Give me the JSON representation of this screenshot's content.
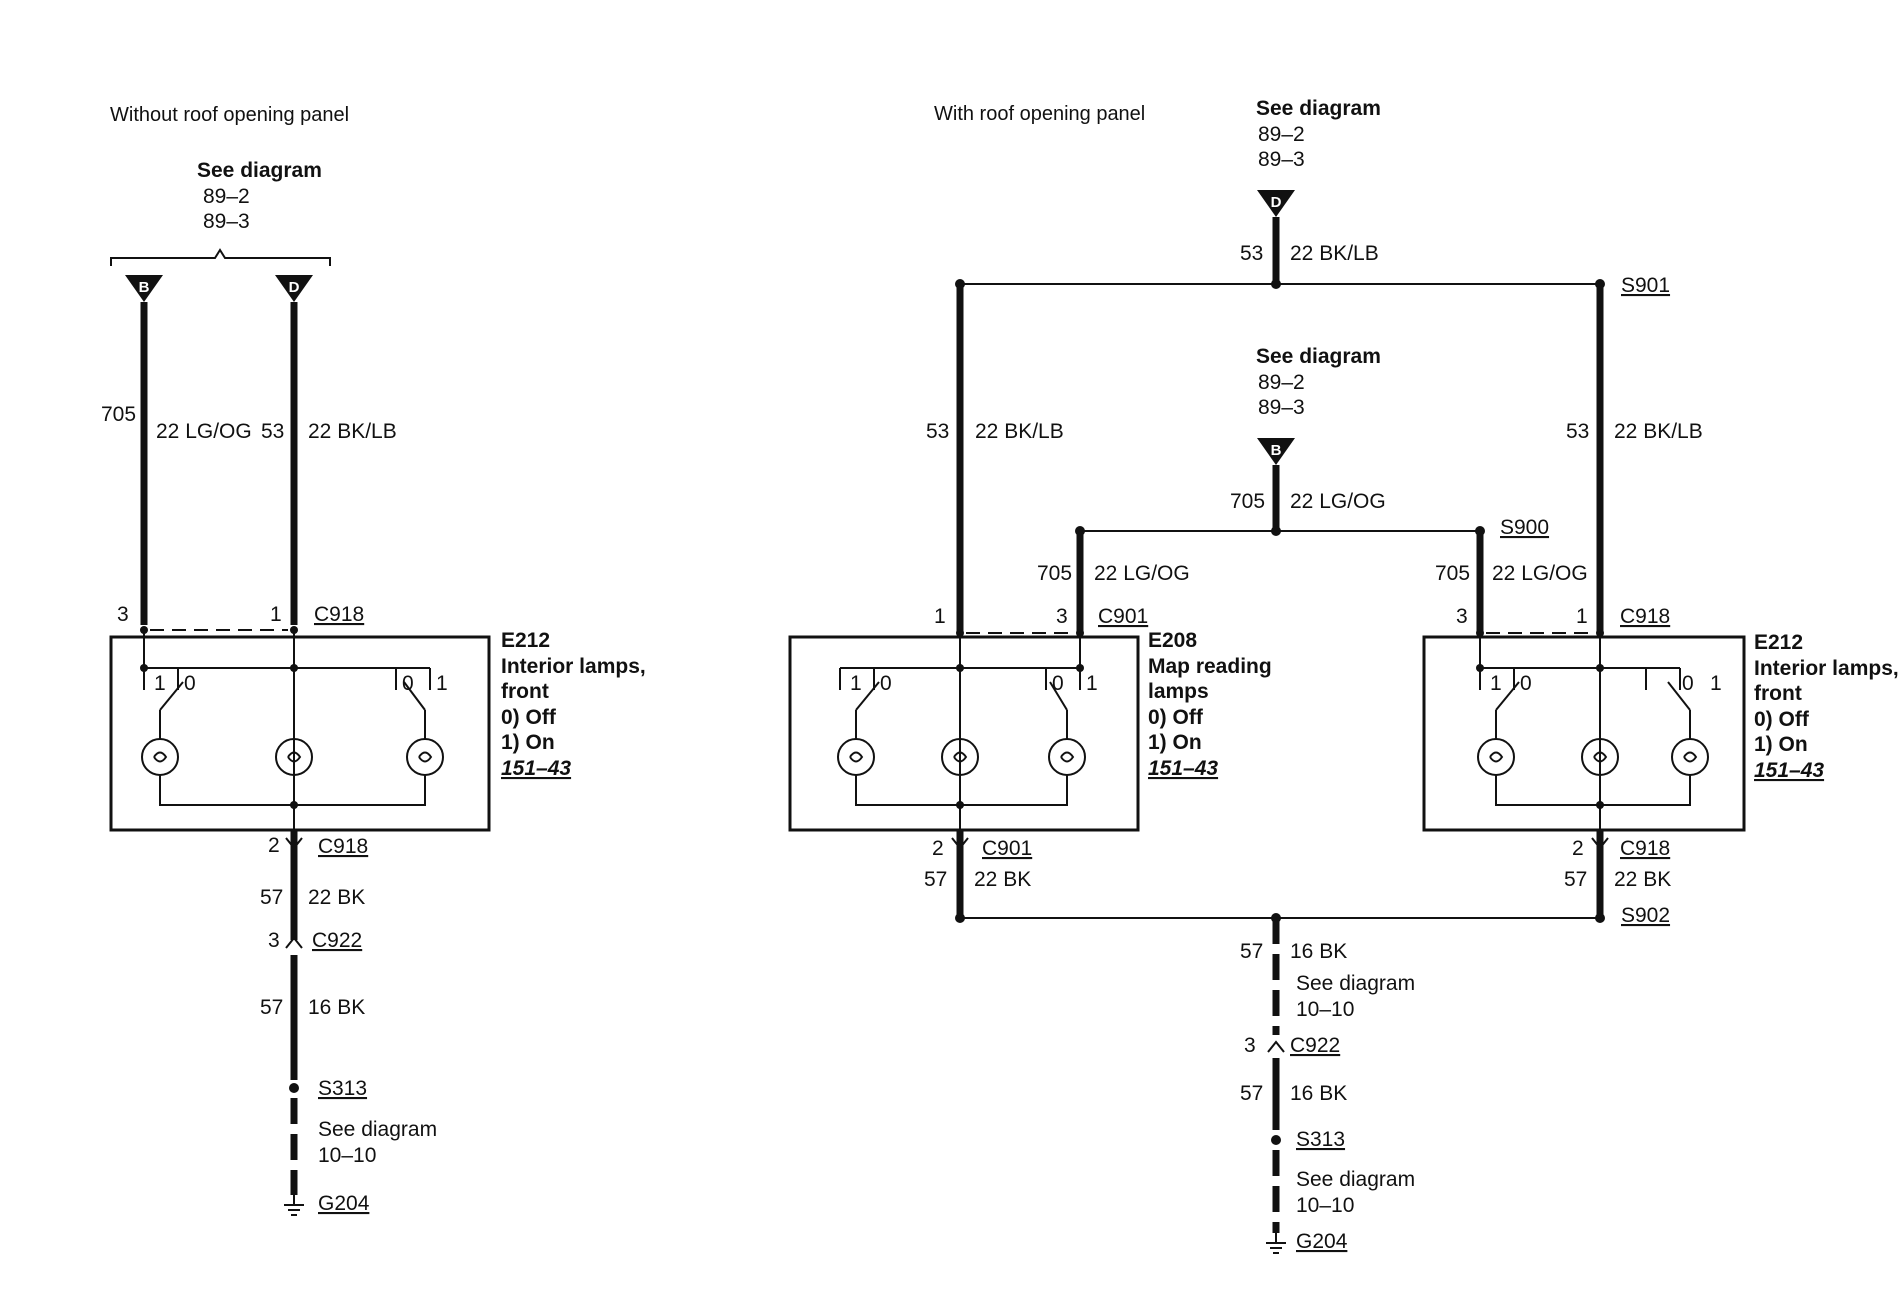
{
  "left_panel": {
    "title": "Without roof opening panel",
    "see_diagram": {
      "label": "See diagram",
      "ref1": "89–2",
      "ref2": "89–3"
    },
    "conn_b": "B",
    "conn_d": "D",
    "wire_705": {
      "circuit": "705",
      "spec": "22 LG/OG"
    },
    "wire_53": {
      "circuit": "53",
      "spec": "22 BK/LB"
    },
    "pin3": "3",
    "pin1": "1",
    "conn_top": "C918",
    "component": {
      "id": "E212",
      "line1": "Interior lamps,",
      "line2": "front",
      "state0": "0)   Off",
      "state1": "1)   On",
      "ref": "151–43"
    },
    "switch_left": {
      "a": "1",
      "b": "0"
    },
    "switch_right": {
      "a": "0",
      "b": "1"
    },
    "pin2": "2",
    "conn_bottom": "C918",
    "wire_57a": {
      "circuit": "57",
      "spec": "22 BK"
    },
    "pin3b": "3",
    "conn_c922": "C922",
    "wire_57b": {
      "circuit": "57",
      "spec": "16 BK"
    },
    "splice": "S313",
    "see_diagram2": {
      "label": "See diagram",
      "ref": "10–10"
    },
    "ground": "G204"
  },
  "right_panel": {
    "title": "With roof opening panel",
    "see_diagram_top": {
      "label": "See diagram",
      "ref1": "89–2",
      "ref2": "89–3"
    },
    "conn_d": "D",
    "wire_top": {
      "circuit": "53",
      "spec": "22 BK/LB"
    },
    "splice_s901": "S901",
    "wire_left_53": {
      "circuit": "53",
      "spec": "22 BK/LB"
    },
    "wire_right_53": {
      "circuit": "53",
      "spec": "22 BK/LB"
    },
    "see_diagram_mid": {
      "label": "See diagram",
      "ref1": "89–2",
      "ref2": "89–3"
    },
    "conn_b": "B",
    "wire_mid_705": {
      "circuit": "705",
      "spec": "22 LG/OG"
    },
    "splice_s900": "S900",
    "wire_e208_705": {
      "circuit": "705",
      "spec": "22 LG/OG"
    },
    "wire_e212_705": {
      "circuit": "705",
      "spec": "22 LG/OG"
    },
    "e208": {
      "pin1": "1",
      "pin3": "3",
      "conn_top": "C901",
      "id": "E208",
      "line1": "Map reading",
      "line2": "lamps",
      "state0": "0)   Off",
      "state1": "1)   On",
      "ref": "151–43",
      "switch_left": {
        "a": "1",
        "b": "0"
      },
      "switch_right": {
        "a": "0",
        "b": "1"
      },
      "pin2": "2",
      "conn_bottom": "C901",
      "wire": {
        "circuit": "57",
        "spec": "22 BK"
      }
    },
    "e212": {
      "pin3": "3",
      "pin1": "1",
      "conn_top": "C918",
      "id": "E212",
      "line1": "Interior lamps,",
      "line2": "front",
      "state0": "0)   Off",
      "state1": "1)   On",
      "ref": "151–43",
      "switch_left": {
        "a": "1",
        "b": "0"
      },
      "switch_right": {
        "a": "0",
        "b": "1"
      },
      "pin2": "2",
      "conn_bottom": "C918",
      "wire": {
        "circuit": "57",
        "spec": "22 BK"
      }
    },
    "splice_s902": "S902",
    "wire_57c": {
      "circuit": "57",
      "spec": "16 BK"
    },
    "see_diagram3": {
      "label": "See diagram",
      "ref": "10–10"
    },
    "pin3c": "3",
    "conn_c922": "C922",
    "wire_57d": {
      "circuit": "57",
      "spec": "16 BK"
    },
    "splice_s313": "S313",
    "see_diagram4": {
      "label": "See diagram",
      "ref": "10–10"
    },
    "ground": "G204"
  }
}
